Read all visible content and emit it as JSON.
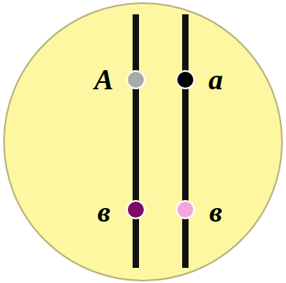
{
  "diagram": {
    "labels": [
      "A",
      "a",
      "в",
      "в"
    ]
  }
}
